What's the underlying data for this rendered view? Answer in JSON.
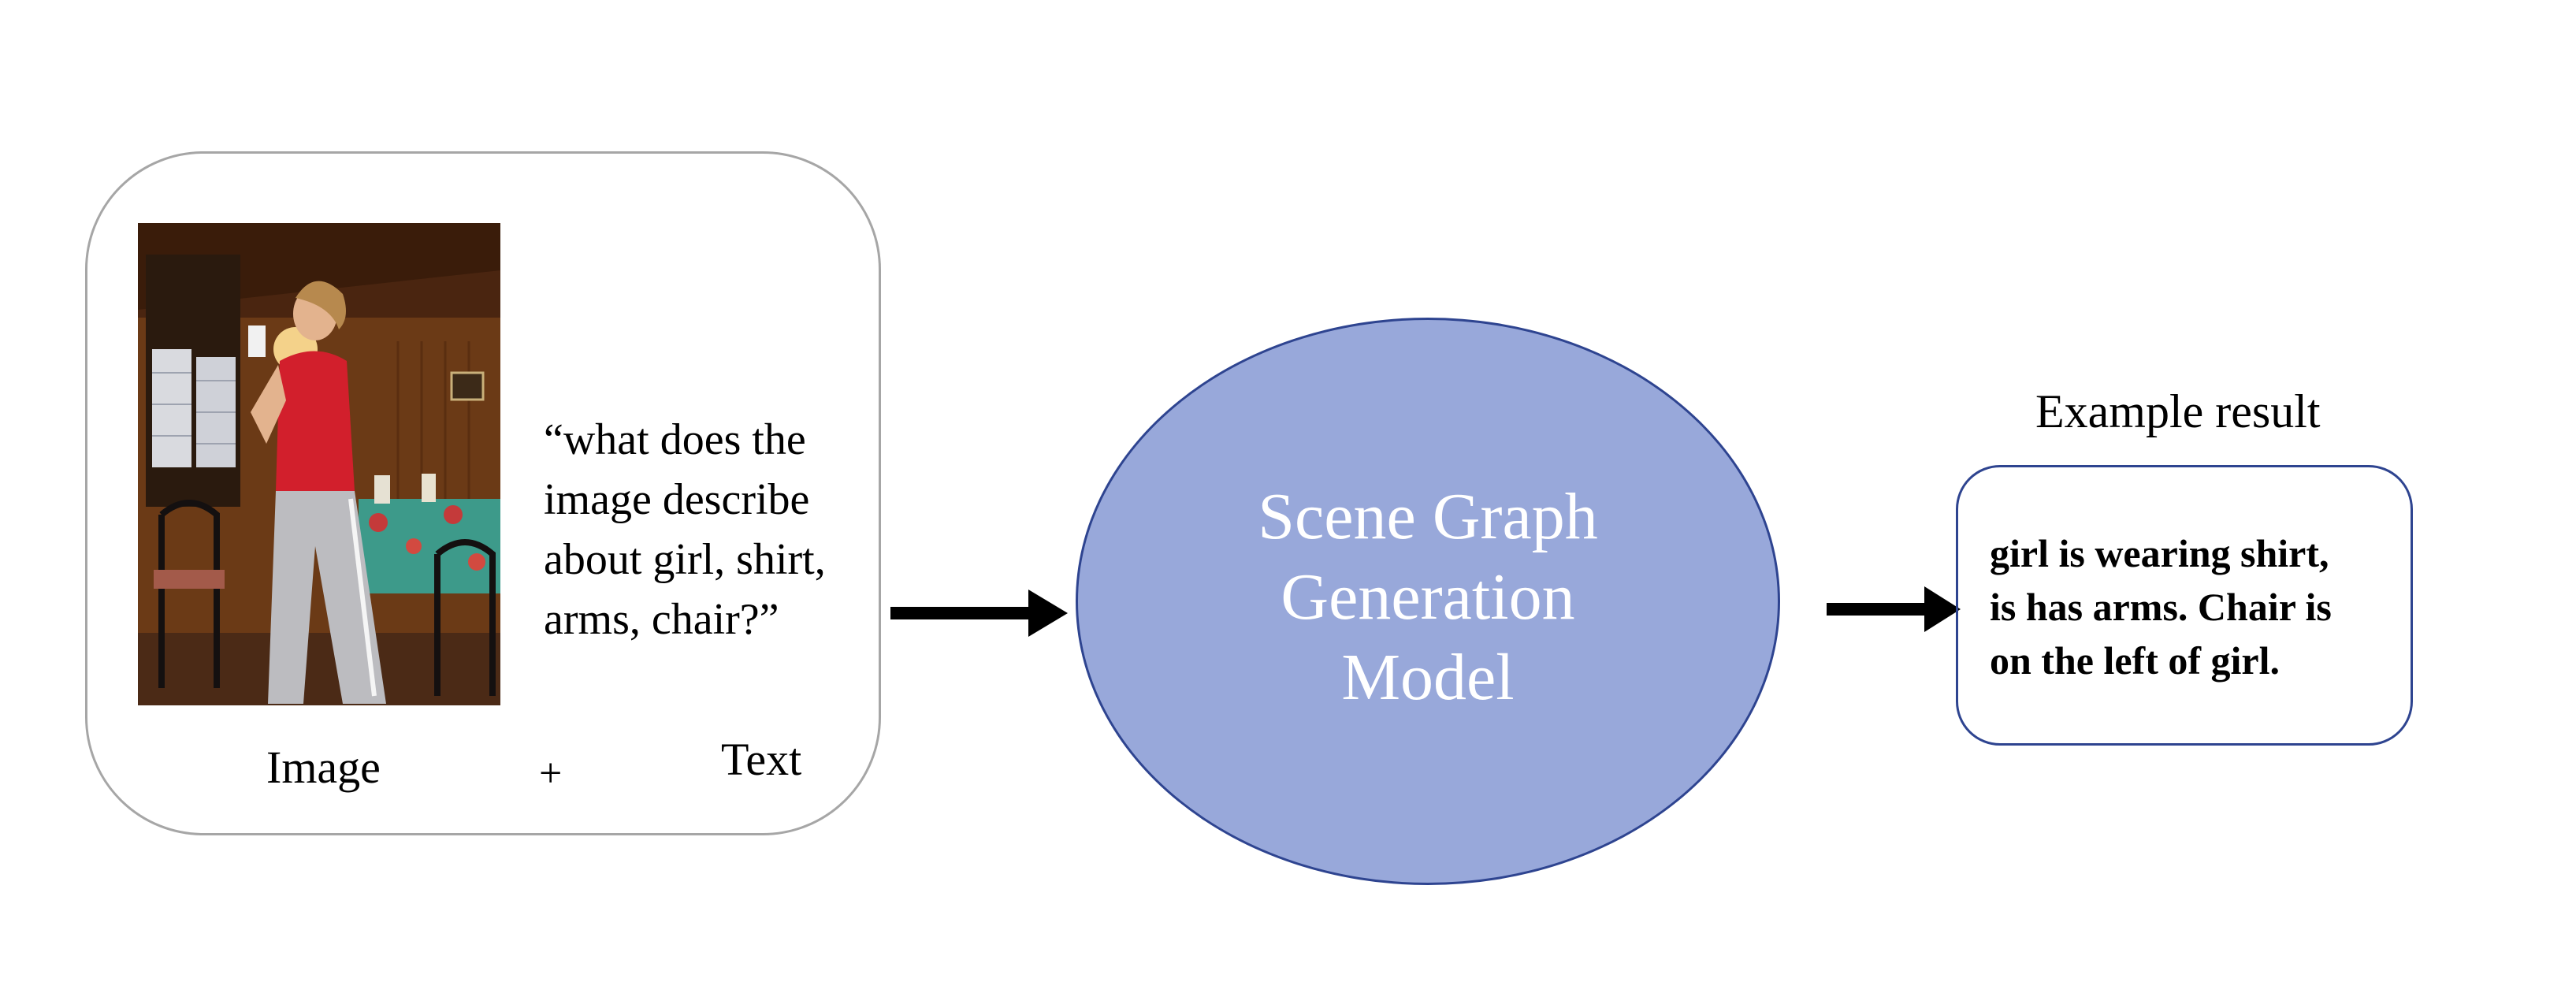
{
  "input_panel": {
    "photo": {
      "alt": "girl in red shirt in a wooden dining room"
    },
    "query_text": "“what does the\nimage describe\nabout girl, shirt,\narms, chair?”",
    "image_label": "Image",
    "plus_label": "+",
    "text_label": "Text"
  },
  "model": {
    "title": "Scene Graph\nGeneration\nModel",
    "fill_color": "#98a8da",
    "border_color": "#2e4490"
  },
  "output": {
    "heading": "Example result",
    "result_text": "girl is wearing shirt,\nis has arms. Chair is\non the left of girl."
  },
  "colors": {
    "arrow": "#000000",
    "panel_border": "#a6a6a6",
    "result_border": "#2e4490"
  }
}
